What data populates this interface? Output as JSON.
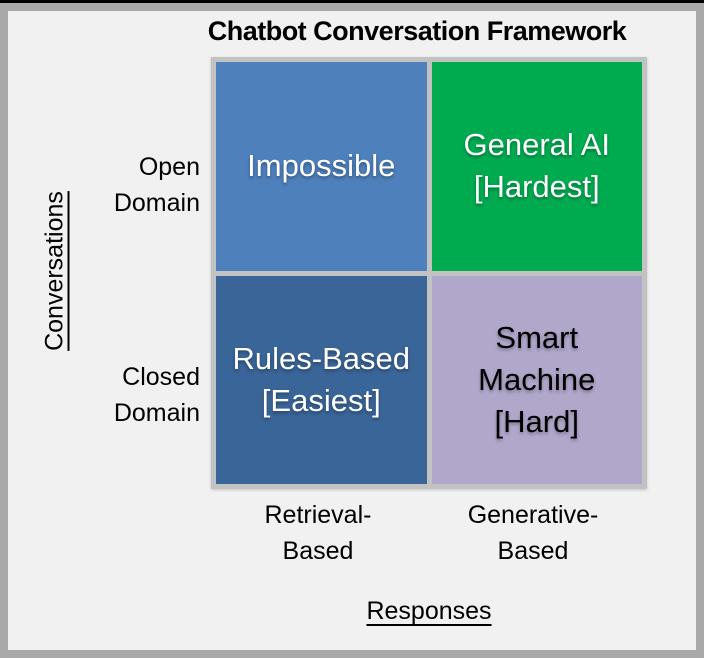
{
  "title": "Chatbot Conversation Framework",
  "matrix": {
    "quadrants": [
      {
        "name": "Impossible",
        "lines": [
          "Impossible"
        ],
        "row": "Open Domain",
        "column": "Retrieval-Based",
        "color": "#4E80BC",
        "text_color": "#FFFFFF"
      },
      {
        "name": "General AI",
        "lines": [
          "General AI",
          "[Hardest]"
        ],
        "row": "Open Domain",
        "column": "Generative-Based",
        "color": "#00AB50",
        "text_color": "#FFFFFF"
      },
      {
        "name": "Rules-Based",
        "lines": [
          "Rules-Based",
          "[Easiest]"
        ],
        "row": "Closed Domain",
        "column": "Retrieval-Based",
        "color": "#3A6598",
        "text_color": "#FFFFFF"
      },
      {
        "name": "Smart Machine",
        "lines": [
          "Smart",
          "Machine",
          "[Hard]"
        ],
        "row": "Closed Domain",
        "column": "Generative-Based",
        "color": "#B1A7CB",
        "text_color": "#000000"
      }
    ]
  },
  "y_axis": {
    "label": "Conversations",
    "categories": [
      {
        "line1": "Open",
        "line2": "Domain"
      },
      {
        "line1": "Closed",
        "line2": "Domain"
      }
    ]
  },
  "x_axis": {
    "label": "Responses",
    "categories": [
      {
        "line1": "Retrieval-",
        "line2": "Based"
      },
      {
        "line1": "Generative-",
        "line2": "Based"
      }
    ]
  },
  "colors": {
    "background": "#F1F1F1",
    "outer_frame": "#A9A9A9",
    "top_edge": "#000000",
    "grid_lines": "#C2C2C2"
  }
}
